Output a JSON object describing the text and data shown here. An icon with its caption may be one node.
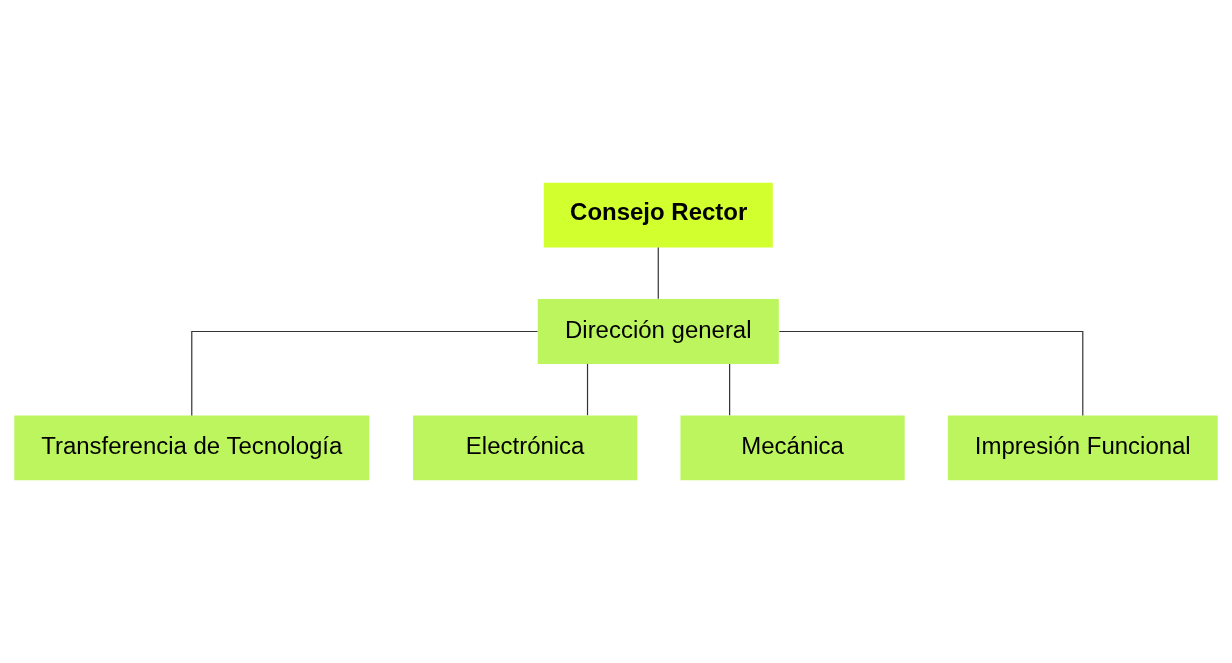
{
  "diagram": {
    "nodes": [
      {
        "text": [
          "Consejo Rector"
        ]
      },
      {
        "text": [
          "Dirección general"
        ]
      },
      {
        "text": [
          "Transferencia de Tecnología"
        ]
      },
      {
        "text": [
          "Electrónica"
        ]
      },
      {
        "text": [
          "Mecánica"
        ]
      },
      {
        "text": [
          "Impresión Funcional"
        ]
      }
    ],
    "edges": [
      {
        "from": 0,
        "to": 1,
        "arrow": "none"
      },
      {
        "from": 1,
        "to": 2,
        "arrow": "none"
      },
      {
        "from": 1,
        "to": 3,
        "arrow": "none"
      },
      {
        "from": 1,
        "to": 4,
        "arrow": "none"
      },
      {
        "from": 1,
        "to": 5,
        "arrow": "none"
      }
    ]
  }
}
